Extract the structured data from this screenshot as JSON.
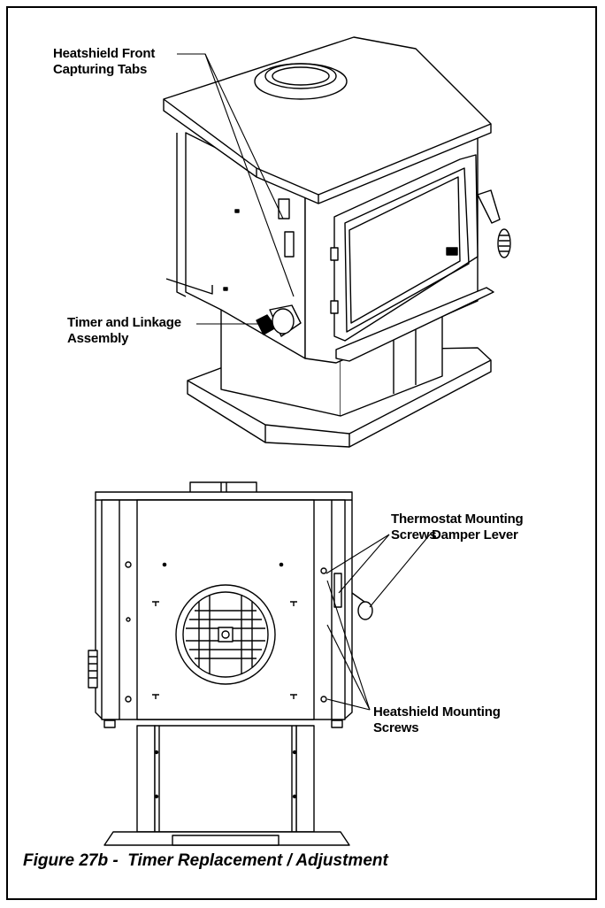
{
  "callouts": {
    "heatshield_tabs": [
      "Heatshield Front",
      "Capturing Tabs"
    ],
    "timer_linkage": [
      "Timer and Linkage",
      "Assembly"
    ],
    "thermostat_screws": [
      "Thermostat Mounting",
      "Screws"
    ],
    "damper_lever": "Damper Lever",
    "heatshield_screws": [
      "Heatshield Mounting",
      "Screws"
    ]
  },
  "caption": "Figure 27b -  Timer Replacement / Adjustment",
  "colors": {
    "line": "#000000",
    "background": "#ffffff"
  }
}
